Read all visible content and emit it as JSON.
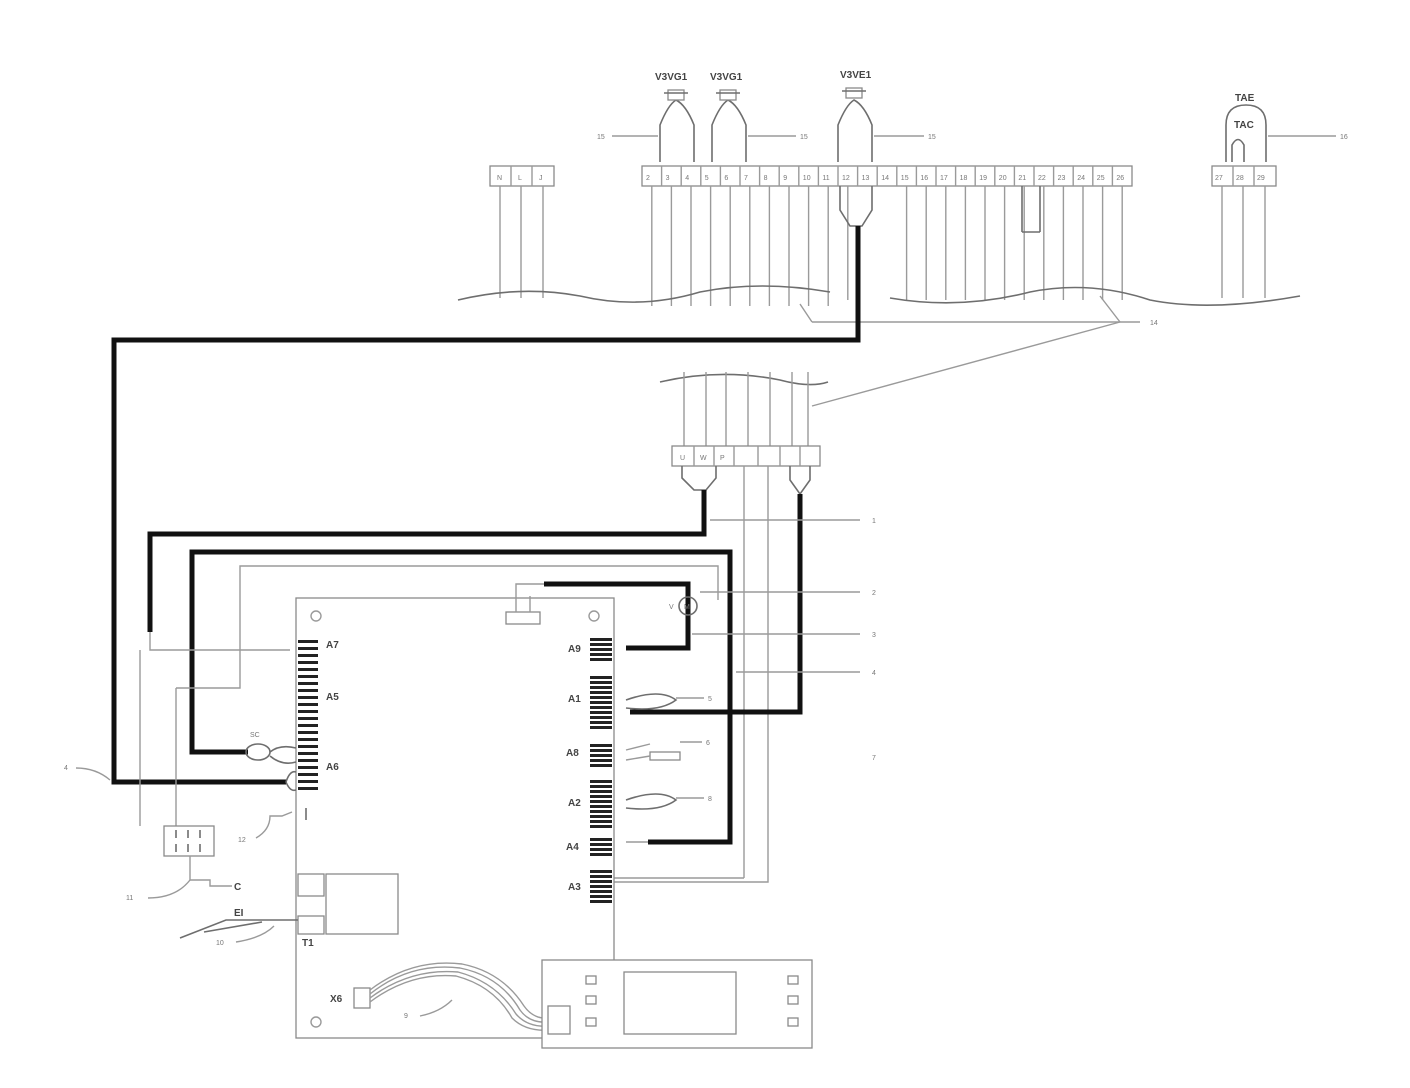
{
  "diagram": {
    "components": {
      "valve_1": "V3VG1",
      "valve_2": "V3VG1",
      "valve_3": "V3VE1",
      "tae": "TAE",
      "tac": "TAC",
      "motor": "M",
      "motor_v": "V",
      "c1": "SC",
      "ei": "EI",
      "t1": "T1",
      "c": "C",
      "x6": "X6"
    },
    "connectors": {
      "a7": "A7",
      "a5": "A5",
      "a6": "A6",
      "a9": "A9",
      "a1": "A1",
      "a8": "A8",
      "a2": "A2",
      "a4": "A4",
      "a3": "A3"
    },
    "terminal_blocks": {
      "left": [
        "N",
        "L",
        "J"
      ],
      "main": [
        "2",
        "3",
        "4",
        "5",
        "6",
        "7",
        "8",
        "9",
        "10",
        "11",
        "12",
        "13",
        "14",
        "15",
        "16",
        "17",
        "18",
        "19",
        "20",
        "21",
        "22",
        "23",
        "24",
        "25",
        "26"
      ],
      "right": [
        "27",
        "28",
        "29"
      ],
      "board": [
        "U",
        "W",
        "P"
      ]
    },
    "callouts": {
      "c15a": "15",
      "c15b": "15",
      "c15c": "15",
      "c16": "16",
      "c14": "14",
      "c1": "1",
      "c2": "2",
      "c3": "3",
      "c4": "4",
      "c5": "5",
      "c6": "6",
      "c7": "7",
      "c8": "8",
      "c9": "9",
      "c10": "10",
      "c11": "11",
      "c12": "12",
      "c_left4": "4"
    }
  }
}
